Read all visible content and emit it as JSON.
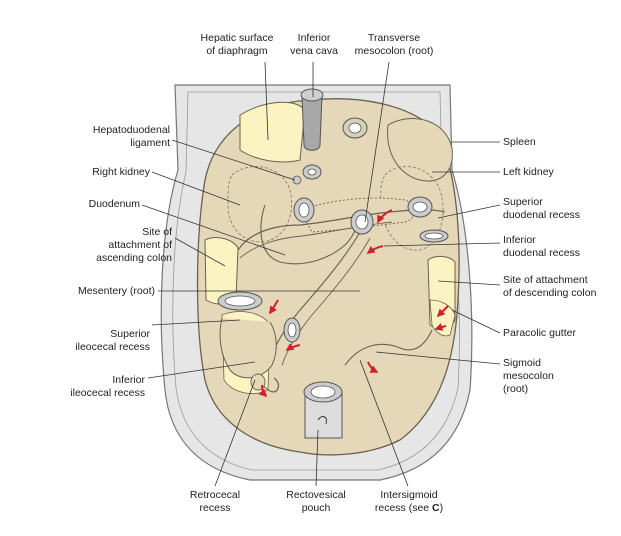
{
  "colors": {
    "wall": "#e6e6e6",
    "wall_stroke": "#777777",
    "peritoneum": "#e4d8b8",
    "retroperitoneal": "#fbf3c2",
    "organ_stroke": "#6b6150",
    "vessel": "#a8a8a8",
    "arrow": "#d0202a",
    "leader": "#333333"
  },
  "labels": {
    "hepatic_surface": [
      "Hepatic surface",
      "of diaphragm"
    ],
    "ivc": [
      "Inferior",
      "vena cava"
    ],
    "transverse_mesocolon": [
      "Transverse",
      "mesocolon (root)"
    ],
    "hepatoduodenal": [
      "Hepatoduodenal",
      "ligament"
    ],
    "right_kidney": "Right kidney",
    "duodenum": "Duodenum",
    "ascending_colon": [
      "Site of",
      "attachment of",
      "ascending colon"
    ],
    "mesentery": "Mesentery (root)",
    "superior_ileocecal": [
      "Superior",
      "ileocecal recess"
    ],
    "inferior_ileocecal": [
      "Inferior",
      "ileocecal recess"
    ],
    "retrocecal": [
      "Retrocecal",
      "recess"
    ],
    "rectovesical": [
      "Rectovesical",
      "pouch"
    ],
    "intersigmoid_line1": "Intersigmoid",
    "intersigmoid_prefix": "recess (see ",
    "intersigmoid_ref": "C",
    "intersigmoid_suffix": ")",
    "spleen": "Spleen",
    "left_kidney": "Left kidney",
    "superior_duodenal": [
      "Superior",
      "duodenal recess"
    ],
    "inferior_duodenal": [
      "Inferior",
      "duodenal recess"
    ],
    "descending_colon": [
      "Site of attachment",
      "of descending colon"
    ],
    "paracolic": "Paracolic gutter",
    "sigmoid_mesocolon": [
      "Sigmoid",
      "mesocolon",
      "(root)"
    ]
  }
}
